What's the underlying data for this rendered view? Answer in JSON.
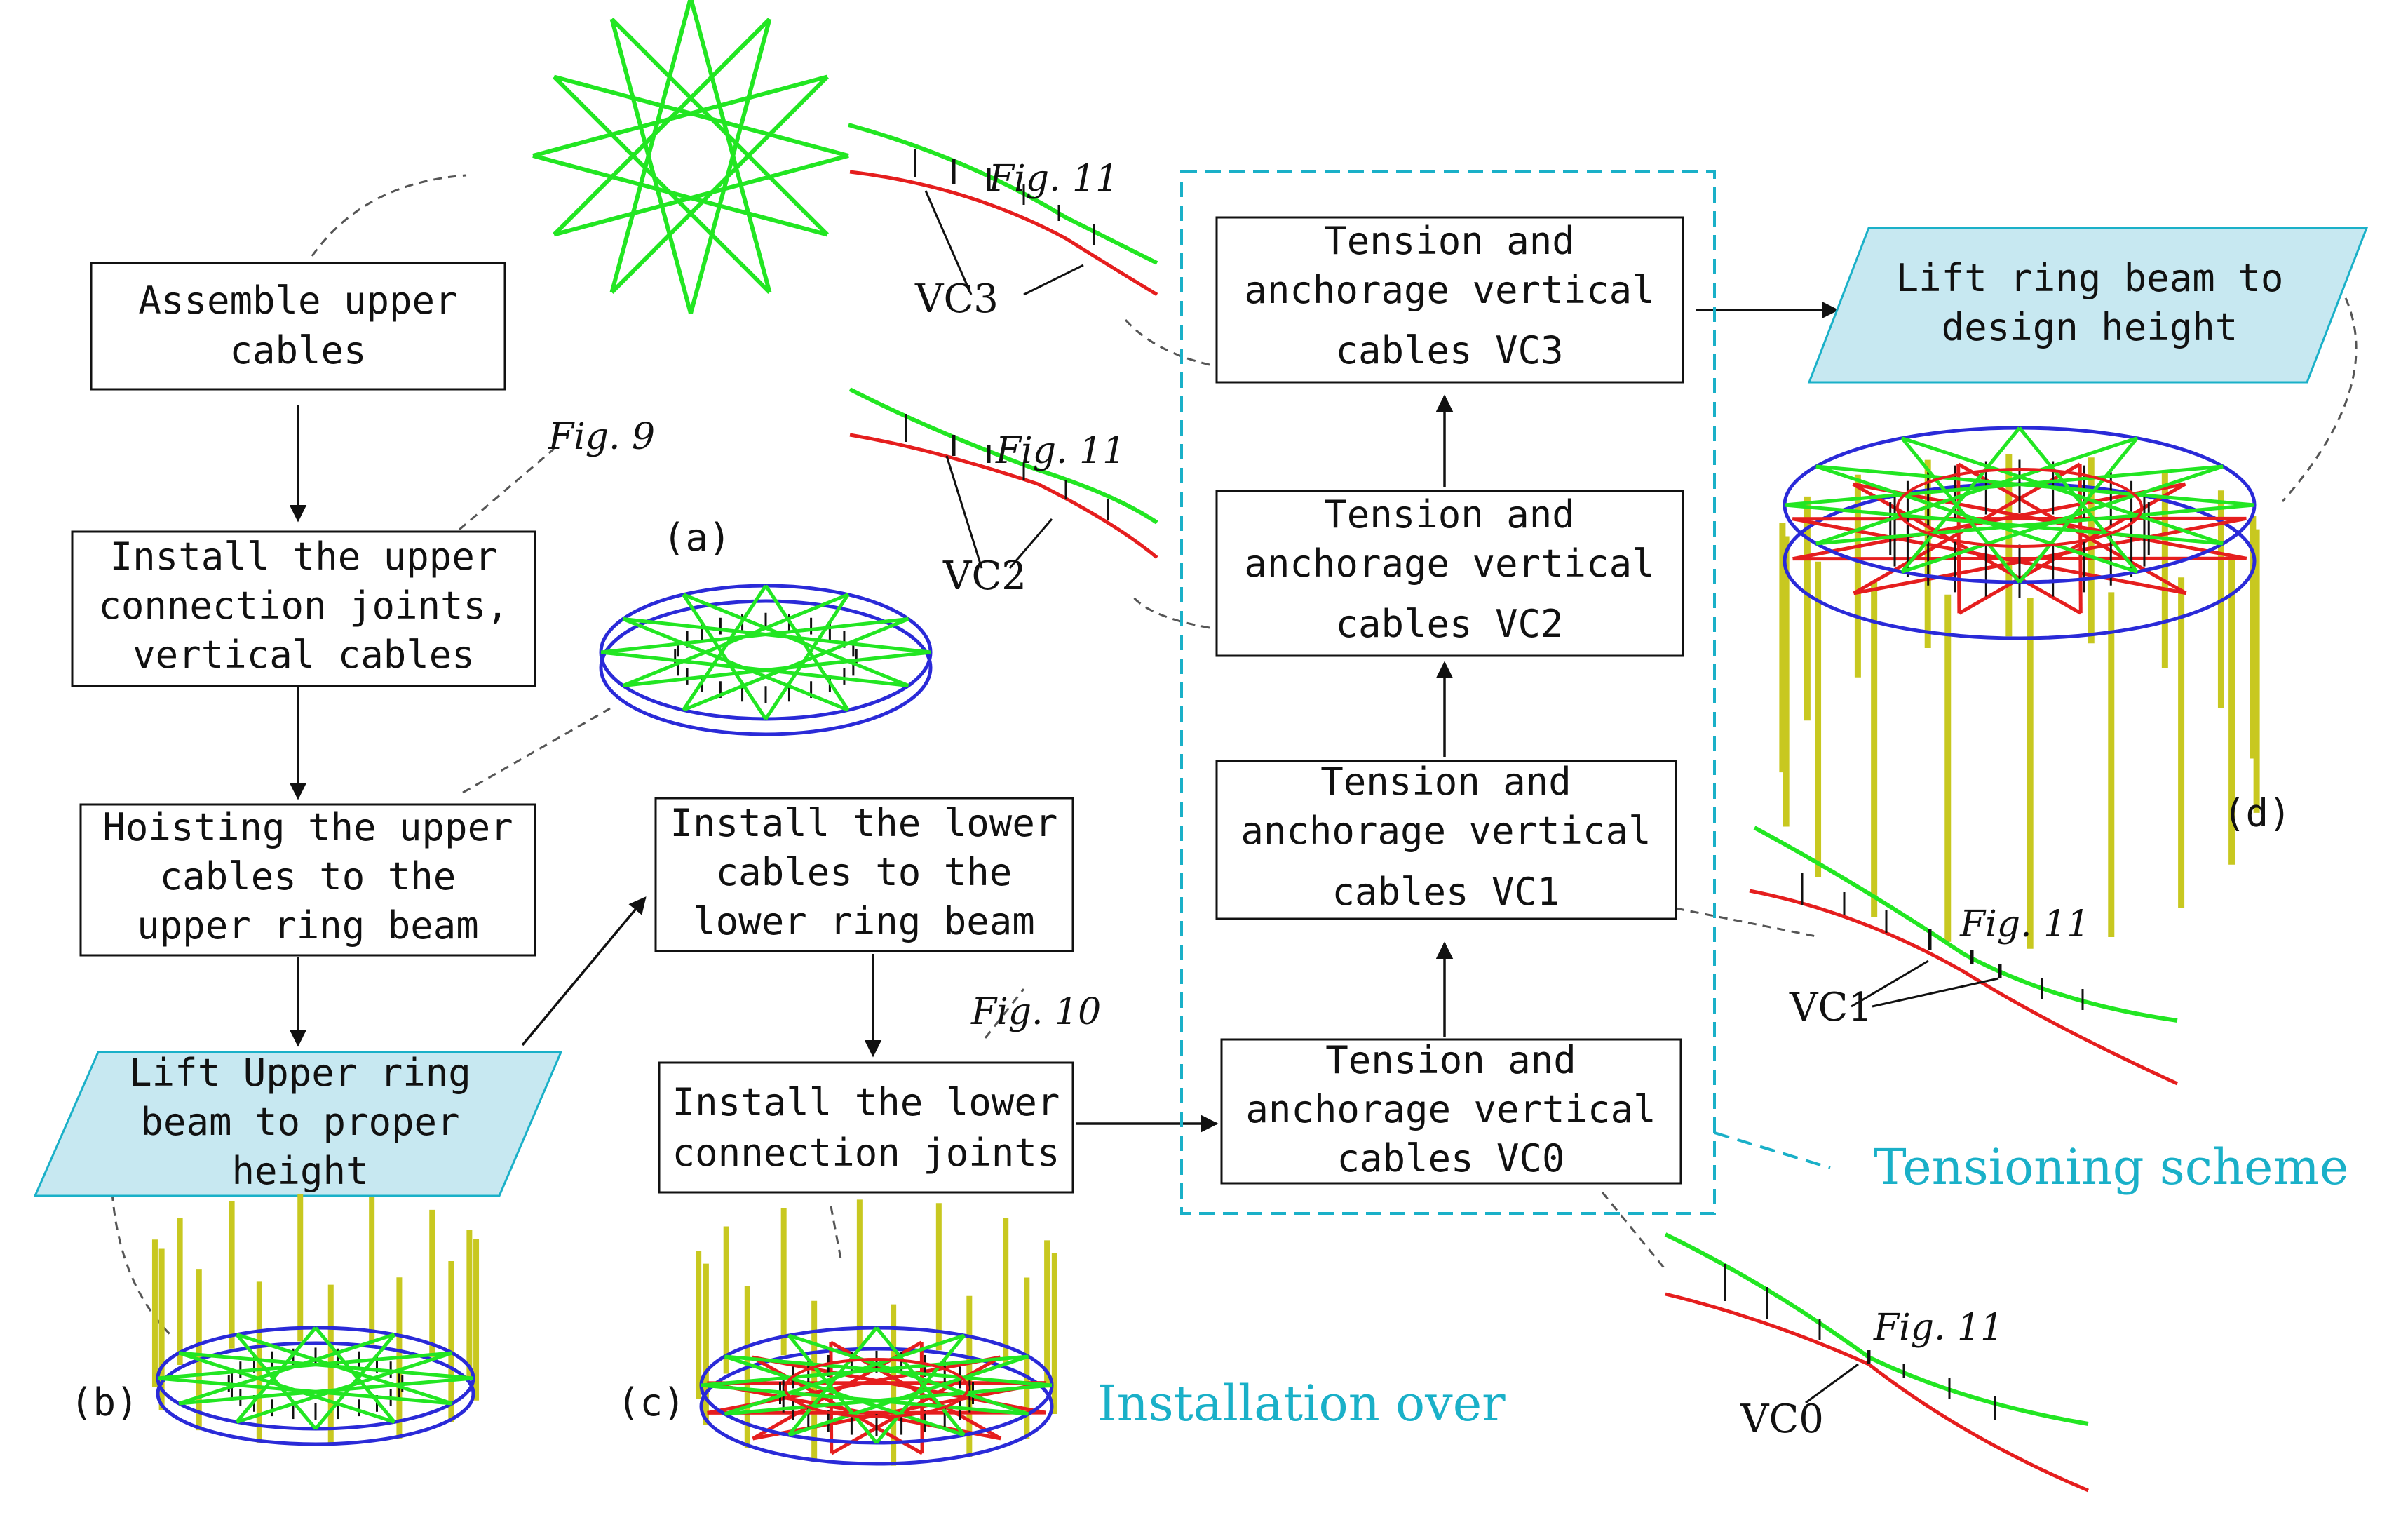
{
  "colors": {
    "upper_cable": "#22e622",
    "lower_cable": "#e51e1e",
    "ring_beam": "#2a2ad8",
    "column": "#c8c820",
    "strut": "#111111",
    "parallelogram_fill": "#c7e8f1",
    "tension_scheme": "#1ab0c8"
  },
  "boxes": {
    "assemble": [
      "Assemble upper",
      "cables"
    ],
    "install_upper": [
      "Install the upper",
      "connection joints,",
      "vertical cables"
    ],
    "hoisting": [
      "Hoisting the upper",
      "cables to the",
      "upper ring beam"
    ],
    "lift_upper": [
      "Lift Upper ring",
      "beam to proper",
      "height"
    ],
    "install_lower_cables": [
      "Install the lower",
      "cables to the",
      "lower ring beam"
    ],
    "install_lower_joints": [
      "Install the lower",
      "connection joints"
    ],
    "vc0": [
      "Tension and",
      "anchorage vertical",
      "cables VC0"
    ],
    "vc1": [
      "Tension and",
      "anchorage vertical",
      "cables VC1"
    ],
    "vc2": [
      "Tension and",
      "anchorage vertical",
      "cables VC2"
    ],
    "vc3": [
      "Tension and",
      "anchorage vertical",
      "cables VC3"
    ],
    "lift_design": [
      "Lift ring beam to",
      "design height"
    ]
  },
  "figure_refs": {
    "fig9": "Fig. 9",
    "fig10": "Fig. 10",
    "fig11": "Fig. 11"
  },
  "subfigures": {
    "a": "(a)",
    "b": "(b)",
    "c": "(c)",
    "d": "(d)"
  },
  "cable_labels": {
    "vc0": "VC0",
    "vc1": "VC1",
    "vc2": "VC2",
    "vc3": "VC3"
  },
  "annotations": {
    "tensioning_scheme": "Tensioning scheme",
    "installation_over": "Installation over"
  }
}
